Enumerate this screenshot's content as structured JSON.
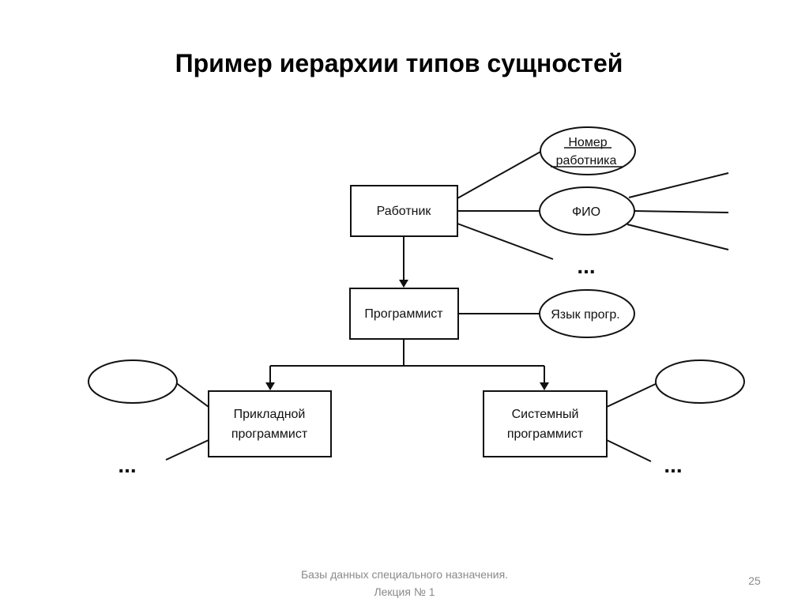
{
  "slide": {
    "title": "Пример иерархии типов сущностей",
    "footer_line1": "Базы данных специального назначения.",
    "footer_line2": "Лекция № 1",
    "page_number": "25"
  },
  "diagram": {
    "entities": {
      "employee": "Работник",
      "programmer": "Программист",
      "applied_line1": "Прикладной",
      "applied_line2": "программист",
      "system_line1": "Системный",
      "system_line2": "программист"
    },
    "attributes": {
      "employee_number_line1": "Номер",
      "employee_number_line2": "работника",
      "full_name": "ФИО",
      "language": "Язык прогр."
    },
    "ellipsis": "..."
  }
}
